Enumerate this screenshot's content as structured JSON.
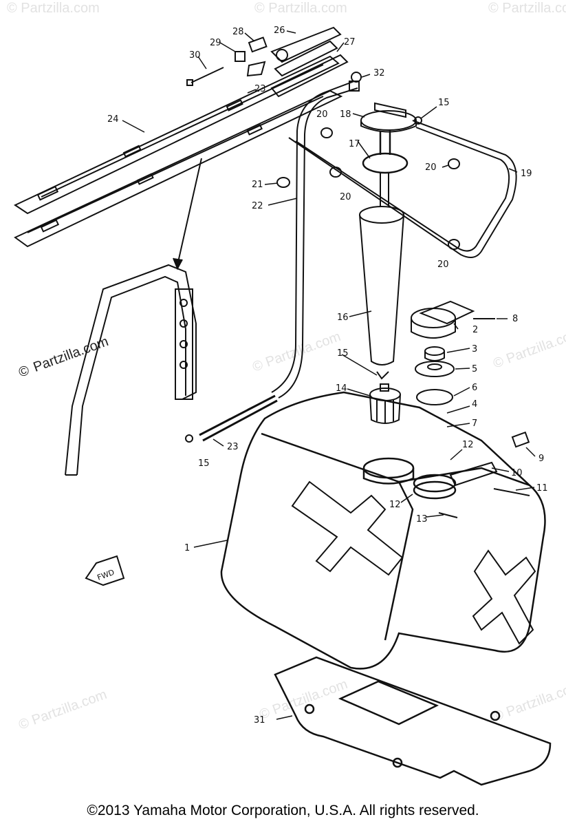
{
  "watermark": "© Partzilla.com",
  "watermark_mark": "©",
  "watermark_text": "Partzilla.com",
  "fwd_label": "FWD",
  "callouts": {
    "c1": "1",
    "c2": "2",
    "c3": "3",
    "c4": "4",
    "c5": "5",
    "c6": "6",
    "c7": "7",
    "c8": "8",
    "c9": "9",
    "c10": "10",
    "c11": "11",
    "c12a": "12",
    "c12b": "12",
    "c13": "13",
    "c14": "14",
    "c15a": "15",
    "c15b": "15",
    "c15c": "15",
    "c16": "16",
    "c17": "17",
    "c18": "18",
    "c19": "19",
    "c20a": "20",
    "c20b": "20",
    "c20c": "20",
    "c20d": "20",
    "c21": "21",
    "c22": "22",
    "c23a": "23",
    "c23b": "23",
    "c24": "24",
    "c26": "26",
    "c27": "27",
    "c28": "28",
    "c29": "29",
    "c30": "30",
    "c31": "31",
    "c32": "32"
  },
  "copyright": "©2013  Yamaha Motor Corporation, U.S.A. All rights reserved."
}
